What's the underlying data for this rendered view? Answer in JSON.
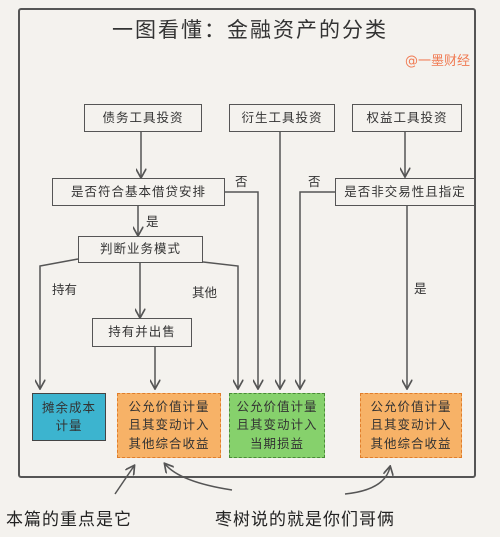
{
  "title": "一图看懂：金融资产的分类",
  "watermark": "@一墨财经",
  "boxes": {
    "debt": "债务工具投资",
    "derivative": "衍生工具投资",
    "equity": "权益工具投资",
    "sppi": "是否符合基本借贷安排",
    "nontrading": "是否非交易性且指定",
    "model": "判断业务模式",
    "hold_sell": "持有并出售",
    "amortized": "摊余成本计量",
    "fvoci_debt": "公允价值计量且其变动计入其他综合收益",
    "fvtpl": "公允价值计量且其变动计入当期损益",
    "fvoci_equity": "公允价值计量且其变动计入其他综合收益"
  },
  "labels": {
    "yes_sppi": "是",
    "no_sppi": "否",
    "no_equity": "否",
    "yes_equity": "是",
    "hold": "持有",
    "other": "其他"
  },
  "captions": {
    "left": "本篇的重点是它",
    "right": "枣树说的就是你们哥俩"
  },
  "colors": {
    "amortized": "#3cb4cf",
    "fvoci": "#f7b267",
    "fvtpl": "#86d16c",
    "watermark": "#f07a52"
  }
}
